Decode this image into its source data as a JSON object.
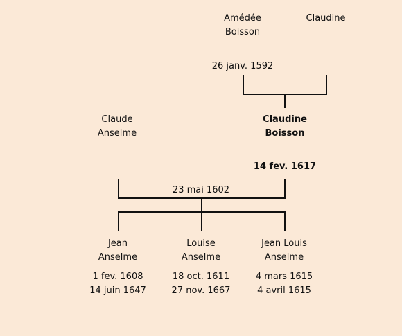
{
  "grandparents": {
    "father": {
      "first": "Amédée",
      "last": "Boisson"
    },
    "mother": {
      "first": "Claudine",
      "last": ""
    },
    "marriage_date": "26 janv. 1592"
  },
  "parents": {
    "father": {
      "first": "Claude",
      "last": "Anselme"
    },
    "mother": {
      "first": "Claudine",
      "last": "Boisson",
      "death_date": "14 fev. 1617"
    },
    "marriage_date": "23 mai 1602"
  },
  "children": [
    {
      "first": "Jean",
      "last": "Anselme",
      "birth": "1 fev. 1608",
      "death": "14 juin 1647"
    },
    {
      "first": "Louise",
      "last": "Anselme",
      "birth": "18 oct. 1611",
      "death": "27 nov. 1667"
    },
    {
      "first": "Jean Louis",
      "last": "Anselme",
      "birth": "4 mars 1615",
      "death": "4 avril 1615"
    }
  ]
}
